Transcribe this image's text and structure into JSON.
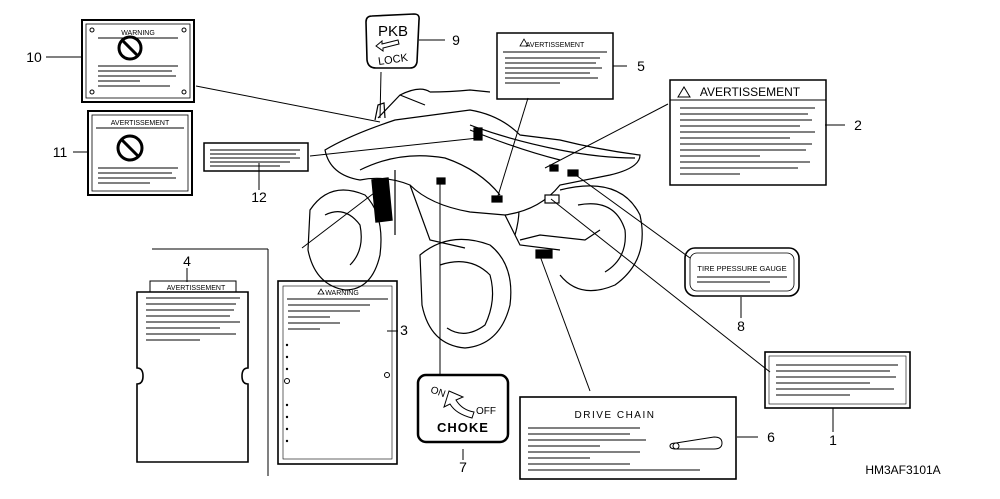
{
  "diagram": {
    "callouts": [
      "1",
      "2",
      "3",
      "4",
      "5",
      "6",
      "7",
      "8",
      "9",
      "10",
      "11",
      "12"
    ],
    "code": "HM3AF3101A"
  },
  "labels": {
    "warning": "WARNING",
    "avertissement": "AVERTISSEMENT",
    "pkb": "PKB",
    "lock": "LOCK",
    "tire_gauge": "TIRE PPESSURE GAUGE",
    "drive_chain": "DRIVE CHAIN",
    "choke_on": "ON",
    "choke_off": "OFF",
    "choke": "CHOKE"
  }
}
